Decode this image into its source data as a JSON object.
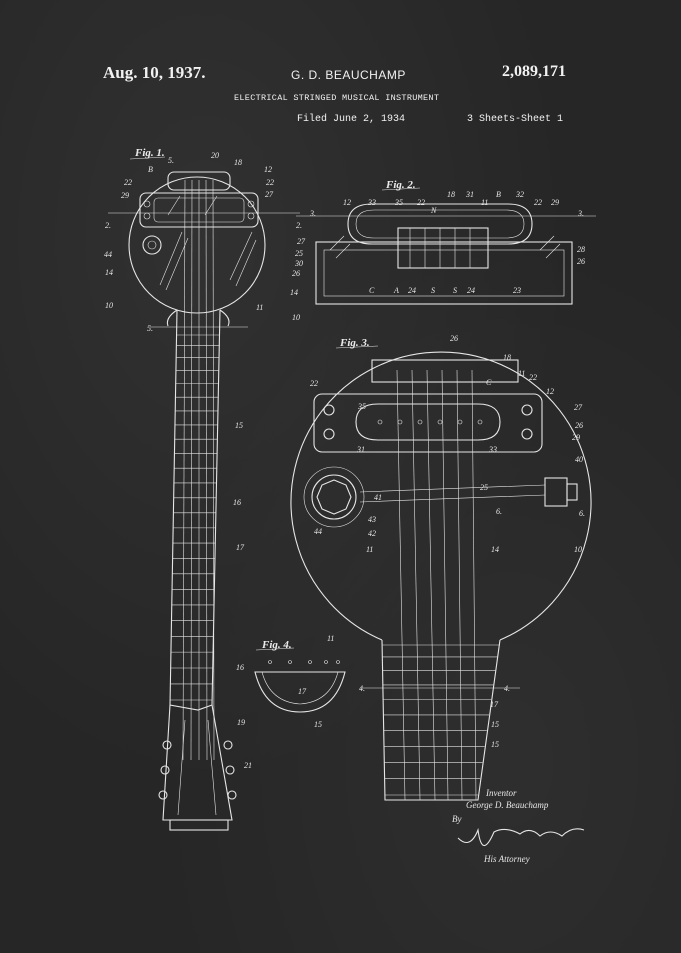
{
  "header": {
    "date": "Aug. 10, 1937.",
    "inventor": "G. D. BEAUCHAMP",
    "patent_number": "2,089,171",
    "title": "ELECTRICAL STRINGED MUSICAL INSTRUMENT",
    "filed": "Filed June 2, 1934",
    "sheets": "3 Sheets-Sheet 1"
  },
  "figures": {
    "fig1": "Fig. 1.",
    "fig2": "Fig. 2.",
    "fig3": "Fig. 3.",
    "fig4": "Fig. 4."
  },
  "signature": {
    "inventor_label": "Inventor",
    "inventor_name": "George D. Beauchamp",
    "by": "By",
    "attorney": "His Attorney"
  }
}
